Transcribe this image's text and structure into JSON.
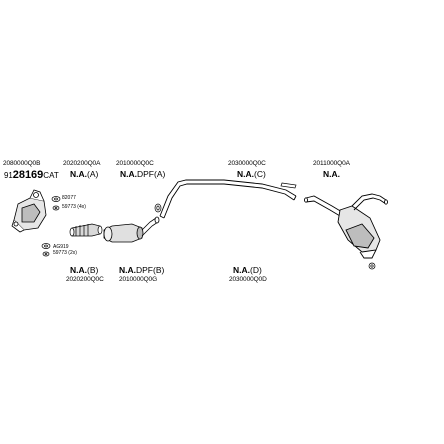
{
  "top_codes": [
    "2080000Q0B",
    "2020200Q0A",
    "2010000Q0C",
    "2030000Q0C",
    "2011000Q0A"
  ],
  "bottom_codes": [
    "2020200Q0C",
    "2010000Q0G",
    "2030000Q0D"
  ],
  "part_number": {
    "prefix": "91",
    "number": "28169",
    "suffix": "CAT"
  },
  "na_labels": {
    "a": {
      "bold": "N.A.",
      "rest": "(A)"
    },
    "dpf_a": {
      "bold": "N.A.",
      "rest": "DPF(A)"
    },
    "c": {
      "bold": "N.A.",
      "rest": "(C)"
    },
    "top_right": {
      "bold": "N.A.",
      "rest": ""
    },
    "b": {
      "bold": "N.A.",
      "rest": "(B)"
    },
    "dpf_b": {
      "bold": "N.A.",
      "rest": "DPF(B)"
    },
    "d": {
      "bold": "N.A.",
      "rest": "(D)"
    }
  },
  "small_parts": [
    "82077",
    "59773 (4x)",
    "AG919",
    "59773 (2x)"
  ],
  "colors": {
    "line": "#000000",
    "fill": "#ffffff",
    "shade": "#c8c8c8"
  }
}
